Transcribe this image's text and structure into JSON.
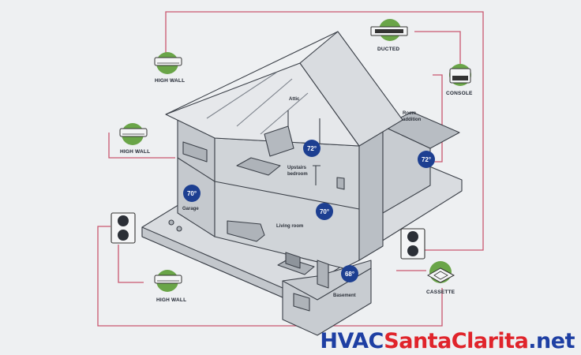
{
  "units": {
    "high_wall_top": "HIGH WALL",
    "high_wall_left": "HIGH WALL",
    "high_wall_bottom": "HIGH WALL",
    "ducted": "DUCTED",
    "console": "CONSOLE",
    "cassette": "CASSETTE"
  },
  "rooms": {
    "attic": "Attic",
    "room_addition_1": "Room",
    "room_addition_2": "addition",
    "upstairs_1": "Upstairs",
    "upstairs_2": "bedroom",
    "garage": "Garage",
    "living_room": "Living room",
    "basement": "Basement"
  },
  "temperatures": {
    "upstairs": "72°",
    "room_addition": "72°",
    "garage": "70°",
    "living_room": "70°",
    "basement": "68°"
  },
  "brand": {
    "part1": "HVAC",
    "part2": "SantaClarita",
    "part3": ".net"
  },
  "colors": {
    "connector_line": "#c9576f",
    "unit_green": "#6aa548",
    "temp_badge": "#1d3f91",
    "house_fill": "#d3d6da",
    "house_stroke": "#3a3f47",
    "brand_blue": "#1e3fa3",
    "brand_red": "#e0242b"
  },
  "icons": [
    "high-wall-unit-icon",
    "ducted-unit-icon",
    "console-unit-icon",
    "cassette-unit-icon",
    "outdoor-condenser-icon"
  ]
}
